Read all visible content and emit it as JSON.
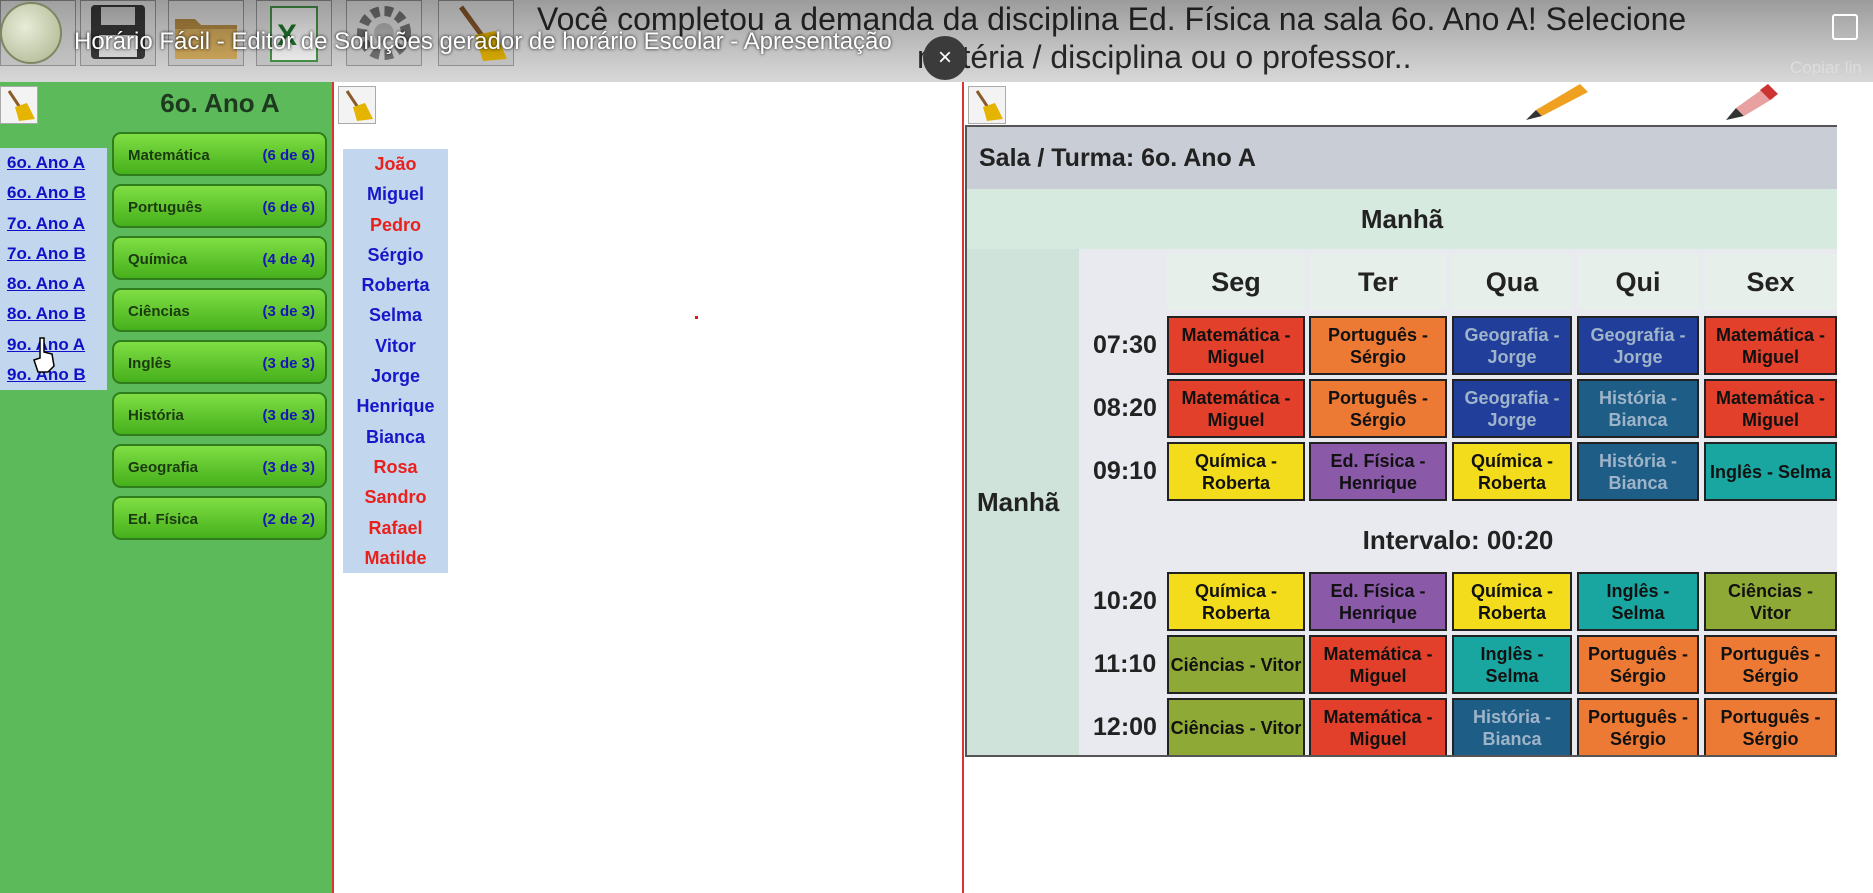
{
  "toolbar": {
    "icons": [
      "clock-icon",
      "save-icon",
      "open-folder-icon",
      "excel-export-icon",
      "settings-gear-icon",
      "broom-clear-icon"
    ],
    "message_line1": "Você completou a demanda da disciplina Ed. Física na sala 6o. Ano A! Selecione",
    "message_line2": "matéria / disciplina ou o professor.."
  },
  "video_overlay": {
    "title": "Horário Fácil - Editor de Soluções gerador de horário Escolar - Apresentação",
    "close_label": "×",
    "copy_label": "Copiar lin"
  },
  "left_panel": {
    "title": "6o. Ano A",
    "classes": [
      "6o. Ano A",
      "6o. Ano B",
      "7o. Ano A",
      "7o. Ano B",
      "8o. Ano A",
      "8o. Ano B",
      "9o. Ano A",
      "9o. Ano B"
    ],
    "subjects": [
      {
        "name": "Matemática",
        "count": "(6 de 6)"
      },
      {
        "name": "Português",
        "count": "(6 de 6)"
      },
      {
        "name": "Química",
        "count": "(4 de 4)"
      },
      {
        "name": "Ciências",
        "count": "(3 de 3)"
      },
      {
        "name": "Inglês",
        "count": "(3 de 3)"
      },
      {
        "name": "História",
        "count": "(3 de 3)"
      },
      {
        "name": "Geografia",
        "count": "(3 de 3)"
      },
      {
        "name": "Ed. Física",
        "count": "(2 de 2)"
      }
    ]
  },
  "teachers": [
    {
      "name": "João",
      "color": "#e8211c"
    },
    {
      "name": "Miguel",
      "color": "#1717c9"
    },
    {
      "name": "Pedro",
      "color": "#e8211c"
    },
    {
      "name": "Sérgio",
      "color": "#1717c9"
    },
    {
      "name": "Roberta",
      "color": "#1717c9"
    },
    {
      "name": "Selma",
      "color": "#1717c9"
    },
    {
      "name": "Vitor",
      "color": "#1717c9"
    },
    {
      "name": "Jorge",
      "color": "#1717c9"
    },
    {
      "name": "Henrique",
      "color": "#1717c9"
    },
    {
      "name": "Bianca",
      "color": "#1717c9"
    },
    {
      "name": "Rosa",
      "color": "#e8211c"
    },
    {
      "name": "Sandro",
      "color": "#e8211c"
    },
    {
      "name": "Rafael",
      "color": "#e8211c"
    },
    {
      "name": "Matilde",
      "color": "#e8211c"
    }
  ],
  "timetable": {
    "header": "Sala / Turma: 6o. Ano A",
    "shift_top": "Manhã",
    "shift_side": "Manhã",
    "days": [
      "Seg",
      "Ter",
      "Qua",
      "Qui",
      "Sex"
    ],
    "interval": "Intervalo: 00:20",
    "subject_colors": {
      "Matemática": "#e2402a",
      "Português": "#ec7a35",
      "Geografia": "#213f9a",
      "História": "#1e5e86",
      "Química": "#f2dc1c",
      "Ed. Física": "#8a5aa8",
      "Inglês": "#1aa6a0",
      "Ciências": "#8fa936"
    },
    "rows": [
      {
        "time": "07:30",
        "cells": [
          {
            "subject": "Matemática",
            "text": "Matemática - Miguel"
          },
          {
            "subject": "Português",
            "text": "Português - Sérgio"
          },
          {
            "subject": "Geografia",
            "text": "Geografia - Jorge"
          },
          {
            "subject": "Geografia",
            "text": "Geografia - Jorge"
          },
          {
            "subject": "Matemática",
            "text": "Matemática - Miguel"
          }
        ]
      },
      {
        "time": "08:20",
        "cells": [
          {
            "subject": "Matemática",
            "text": "Matemática - Miguel"
          },
          {
            "subject": "Português",
            "text": "Português - Sérgio"
          },
          {
            "subject": "Geografia",
            "text": "Geografia - Jorge"
          },
          {
            "subject": "História",
            "text": "História - Bianca"
          },
          {
            "subject": "Matemática",
            "text": "Matemática - Miguel"
          }
        ]
      },
      {
        "time": "09:10",
        "cells": [
          {
            "subject": "Química",
            "text": "Química - Roberta"
          },
          {
            "subject": "Ed. Física",
            "text": "Ed. Física - Henrique"
          },
          {
            "subject": "Química",
            "text": "Química - Roberta"
          },
          {
            "subject": "História",
            "text": "História - Bianca"
          },
          {
            "subject": "Inglês",
            "text": "Inglês - Selma"
          }
        ]
      },
      {
        "time": "10:20",
        "cells": [
          {
            "subject": "Química",
            "text": "Química - Roberta"
          },
          {
            "subject": "Ed. Física",
            "text": "Ed. Física - Henrique"
          },
          {
            "subject": "Química",
            "text": "Química - Roberta"
          },
          {
            "subject": "Inglês",
            "text": "Inglês - Selma"
          },
          {
            "subject": "Ciências",
            "text": "Ciências - Vitor"
          }
        ]
      },
      {
        "time": "11:10",
        "cells": [
          {
            "subject": "Ciências",
            "text": "Ciências - Vitor"
          },
          {
            "subject": "Matemática",
            "text": "Matemática - Miguel"
          },
          {
            "subject": "Inglês",
            "text": "Inglês - Selma"
          },
          {
            "subject": "Português",
            "text": "Português - Sérgio"
          },
          {
            "subject": "Português",
            "text": "Português - Sérgio"
          }
        ]
      },
      {
        "time": "12:00",
        "cells": [
          {
            "subject": "Ciências",
            "text": "Ciências - Vitor"
          },
          {
            "subject": "Matemática",
            "text": "Matemática - Miguel"
          },
          {
            "subject": "História",
            "text": "História - Bianca"
          },
          {
            "subject": "Português",
            "text": "Português - Sérgio"
          },
          {
            "subject": "Português",
            "text": "Português - Sérgio"
          }
        ]
      }
    ]
  }
}
